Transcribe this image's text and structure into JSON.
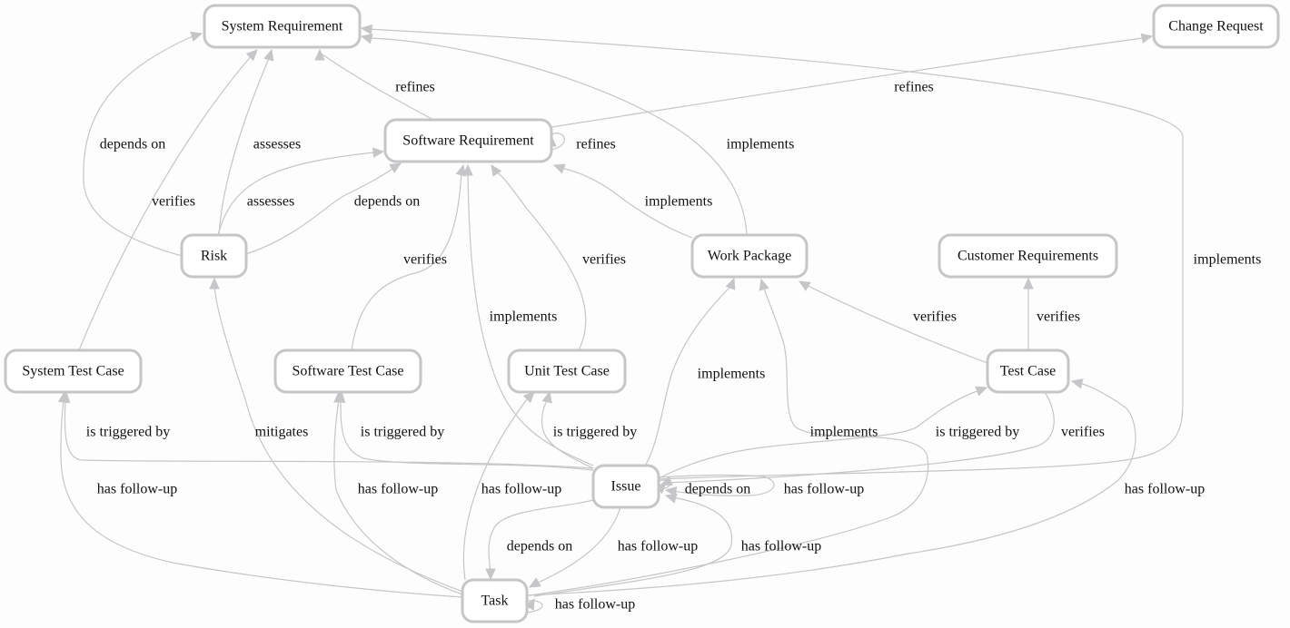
{
  "diagram": {
    "type": "directed-graph",
    "colors": {
      "node_border": "#c6c5c8",
      "edge": "#c6c5c8",
      "text": "#111111",
      "background": "#fcfdfc"
    },
    "nodes": [
      {
        "id": "sysreq",
        "label": "System Requirement"
      },
      {
        "id": "chgreq",
        "label": "Change Request"
      },
      {
        "id": "swreq",
        "label": "Software Requirement"
      },
      {
        "id": "risk",
        "label": "Risk"
      },
      {
        "id": "wp",
        "label": "Work Package"
      },
      {
        "id": "custreq",
        "label": "Customer Requirements"
      },
      {
        "id": "systc",
        "label": "System Test Case"
      },
      {
        "id": "swtc",
        "label": "Software Test Case"
      },
      {
        "id": "unittc",
        "label": "Unit Test Case"
      },
      {
        "id": "tc",
        "label": "Test Case"
      },
      {
        "id": "issue",
        "label": "Issue"
      },
      {
        "id": "task",
        "label": "Task"
      }
    ],
    "edges": [
      {
        "from": "swreq",
        "to": "sysreq",
        "label": "refines"
      },
      {
        "from": "swreq",
        "to": "chgreq",
        "label": "refines"
      },
      {
        "from": "swreq",
        "to": "swreq",
        "label": "refines"
      },
      {
        "from": "risk",
        "to": "sysreq",
        "label": "depends on"
      },
      {
        "from": "risk",
        "to": "sysreq",
        "label": "assesses"
      },
      {
        "from": "systc",
        "to": "sysreq",
        "label": "verifies"
      },
      {
        "from": "risk",
        "to": "swreq",
        "label": "assesses"
      },
      {
        "from": "risk",
        "to": "swreq",
        "label": "depends on"
      },
      {
        "from": "wp",
        "to": "sysreq",
        "label": "implements"
      },
      {
        "from": "wp",
        "to": "swreq",
        "label": "implements"
      },
      {
        "from": "swtc",
        "to": "swreq",
        "label": "verifies"
      },
      {
        "from": "unittc",
        "to": "swreq",
        "label": "verifies"
      },
      {
        "from": "issue",
        "to": "swreq",
        "label": "implements"
      },
      {
        "from": "issue",
        "to": "sysreq",
        "label": "implements"
      },
      {
        "from": "tc",
        "to": "wp",
        "label": "verifies"
      },
      {
        "from": "tc",
        "to": "custreq",
        "label": "verifies"
      },
      {
        "from": "issue",
        "to": "wp",
        "label": "implements"
      },
      {
        "from": "task",
        "to": "wp",
        "label": "implements"
      },
      {
        "from": "issue",
        "to": "systc",
        "label": "is triggered by"
      },
      {
        "from": "task",
        "to": "risk",
        "label": "mitigates"
      },
      {
        "from": "issue",
        "to": "swtc",
        "label": "is triggered by"
      },
      {
        "from": "issue",
        "to": "unittc",
        "label": "is triggered by"
      },
      {
        "from": "issue",
        "to": "tc",
        "label": "is triggered by"
      },
      {
        "from": "tc",
        "to": "issue",
        "label": "verifies"
      },
      {
        "from": "task",
        "to": "systc",
        "label": "has follow-up"
      },
      {
        "from": "task",
        "to": "swtc",
        "label": "has follow-up"
      },
      {
        "from": "task",
        "to": "unittc",
        "label": "has follow-up"
      },
      {
        "from": "task",
        "to": "tc",
        "label": "has follow-up"
      },
      {
        "from": "issue",
        "to": "issue",
        "label": "depends on"
      },
      {
        "from": "issue",
        "to": "issue",
        "label": "has follow-up"
      },
      {
        "from": "issue",
        "to": "task",
        "label": "depends on"
      },
      {
        "from": "issue",
        "to": "task",
        "label": "has follow-up"
      },
      {
        "from": "task",
        "to": "issue",
        "label": "has follow-up"
      },
      {
        "from": "task",
        "to": "task",
        "label": "has follow-up"
      }
    ]
  }
}
